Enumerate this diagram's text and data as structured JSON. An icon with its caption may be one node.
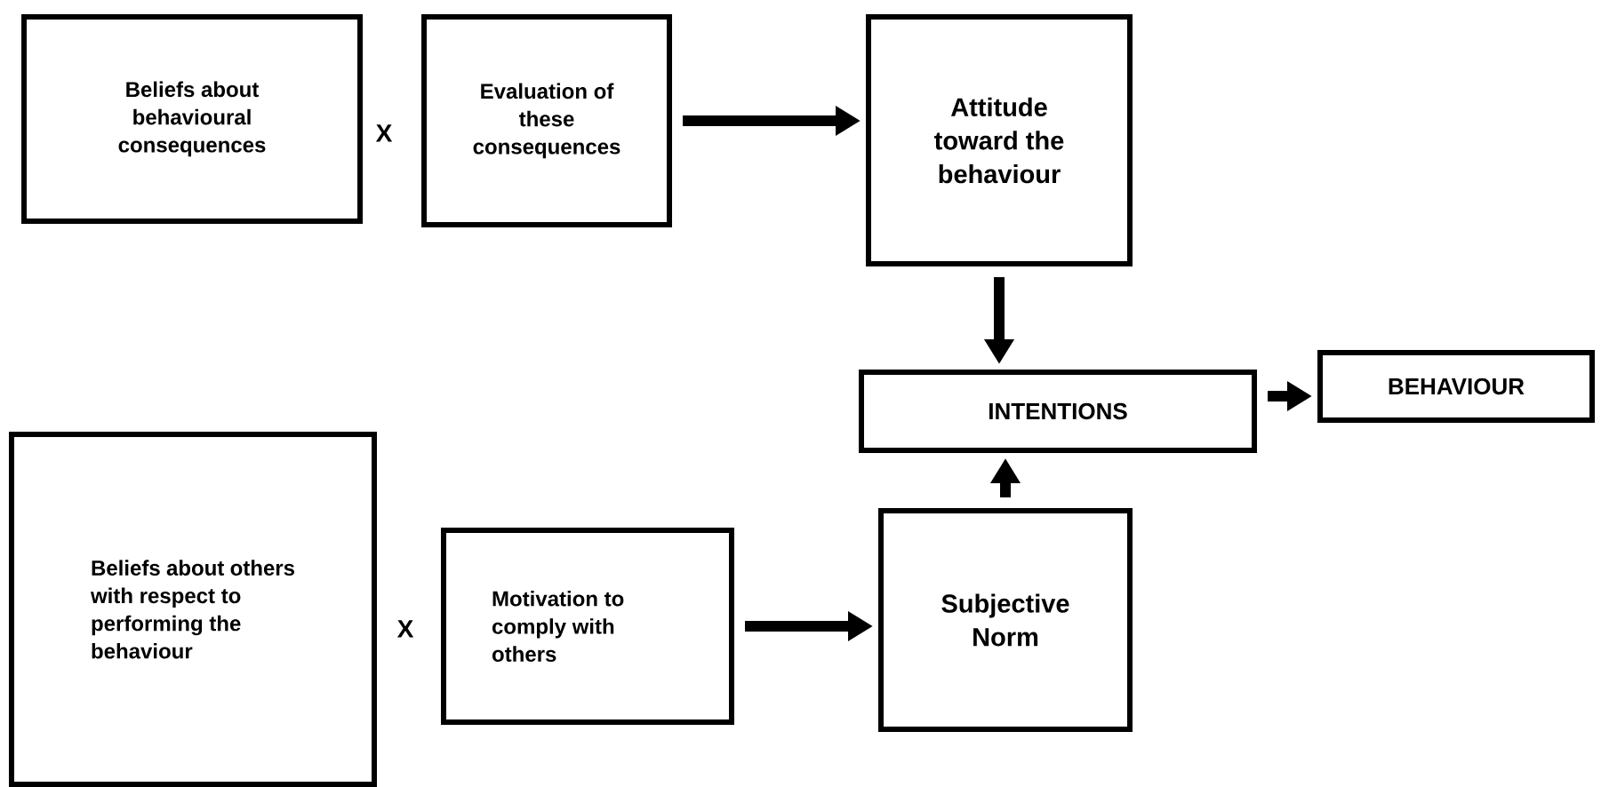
{
  "diagram": {
    "nodes": [
      {
        "text": [
          "Beliefs about behavioural consequences"
        ]
      },
      {
        "text": [
          "Evaluation of these consequences"
        ]
      },
      {
        "text": [
          "Attitude toward the behaviour"
        ]
      },
      {
        "text": [
          "INTENTIONS"
        ]
      },
      {
        "text": [
          "BEHAVIOUR"
        ]
      },
      {
        "text": [
          "Beliefs about others with respect to performing the behaviour"
        ]
      },
      {
        "text": [
          "Motivation to comply with others"
        ]
      },
      {
        "text": [
          "Subjective Norm"
        ]
      }
    ],
    "edges": [
      {
        "from": 1,
        "to": 2,
        "arrow": "to"
      },
      {
        "from": 2,
        "to": 3,
        "arrow": "to"
      },
      {
        "from": 3,
        "to": 4,
        "arrow": "to"
      },
      {
        "from": 7,
        "to": 3,
        "arrow": "to"
      },
      {
        "from": 6,
        "to": 7,
        "arrow": "to"
      }
    ],
    "labels": [
      "X",
      "X"
    ]
  }
}
